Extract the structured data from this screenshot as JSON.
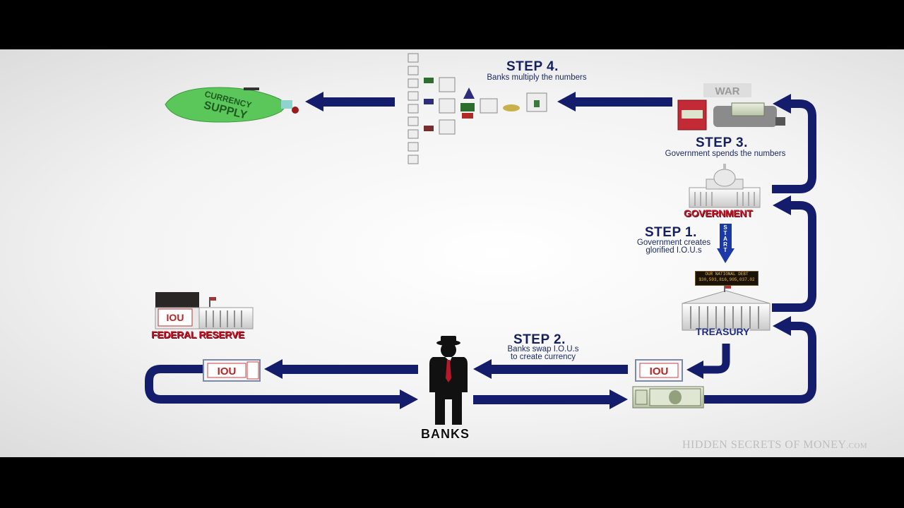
{
  "steps": {
    "step1": {
      "title": "STEP 1.",
      "line1": "Government creates",
      "line2": "glorified I.O.U.s"
    },
    "step2": {
      "title": "STEP 2.",
      "line1": "Banks swap I.O.U.s",
      "line2": "to create currency"
    },
    "step3": {
      "title": "STEP 3.",
      "line1": "Government spends the numbers"
    },
    "step4": {
      "title": "STEP 4.",
      "line1": "Banks multiply the numbers"
    }
  },
  "nodes": {
    "government": "GOVERNMENT",
    "treasury": "TREASURY",
    "federal_reserve": "FEDERAL RESERVE",
    "banks": "BANKS",
    "currency_line1": "CURRENCY",
    "currency_line2": "SUPPLY",
    "start": "START",
    "iou": "IOU",
    "war": "WAR"
  },
  "debt_clock": {
    "label": "OUR NATIONAL DEBT",
    "value": "$30,593,816,905,037.02"
  },
  "watermark": {
    "main": "HIDDEN SECRETS OF MONEY",
    "suffix": ".COM"
  },
  "colors": {
    "arrow": "#131d6b",
    "label_red": "#c4162a",
    "background": "#f4f4f4"
  }
}
